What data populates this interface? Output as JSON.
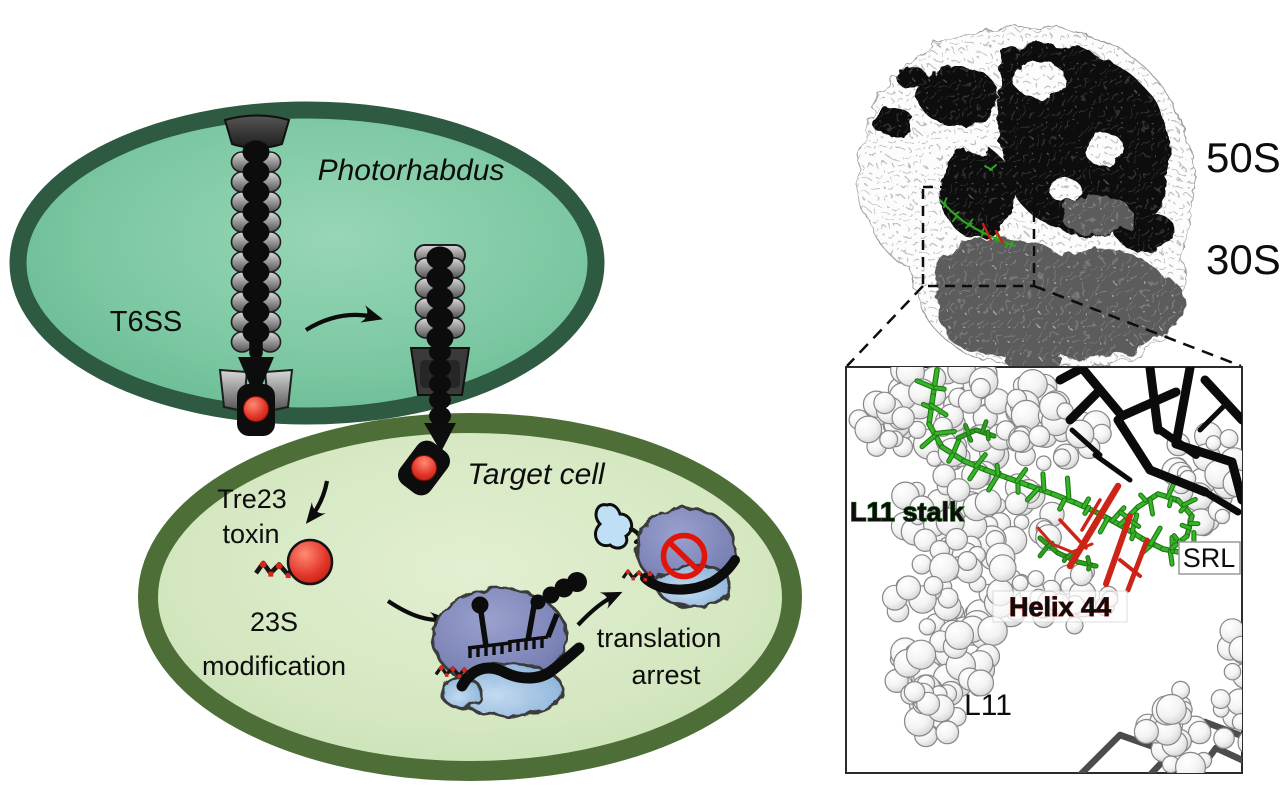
{
  "left_panel": {
    "donor_cell_label": "Photorhabdus",
    "t6ss_label": "T6SS",
    "target_cell_label": "Target cell",
    "toxin_label": {
      "line1": "Tre23",
      "line2": "toxin"
    },
    "modification_label": {
      "line1": "23S",
      "line2": "modification"
    },
    "arrest_label": {
      "line1": "translation",
      "line2": "arrest"
    }
  },
  "right_panel": {
    "large_subunit_label": "50S",
    "small_subunit_label": "30S",
    "inset": {
      "l11_stalk_label": "L11 stalk",
      "srl_label": "SRL",
      "helix44_label": "Helix 44",
      "l11_label": "L11"
    }
  },
  "colors": {
    "donor_membrane": "#2d5a40",
    "donor_cytoplasm": "#7ecaa4",
    "target_membrane": "#4d6f37",
    "target_cytoplasm": "#d6e8c2",
    "toxin_red": "#e2372b",
    "ribosome_purple": "#7b83b6",
    "ribosome_blue": "#8fb4dc",
    "prohibition_red": "#e01408",
    "l11_stalk_green": "#38b42a",
    "helix44_red": "#cd2418"
  }
}
